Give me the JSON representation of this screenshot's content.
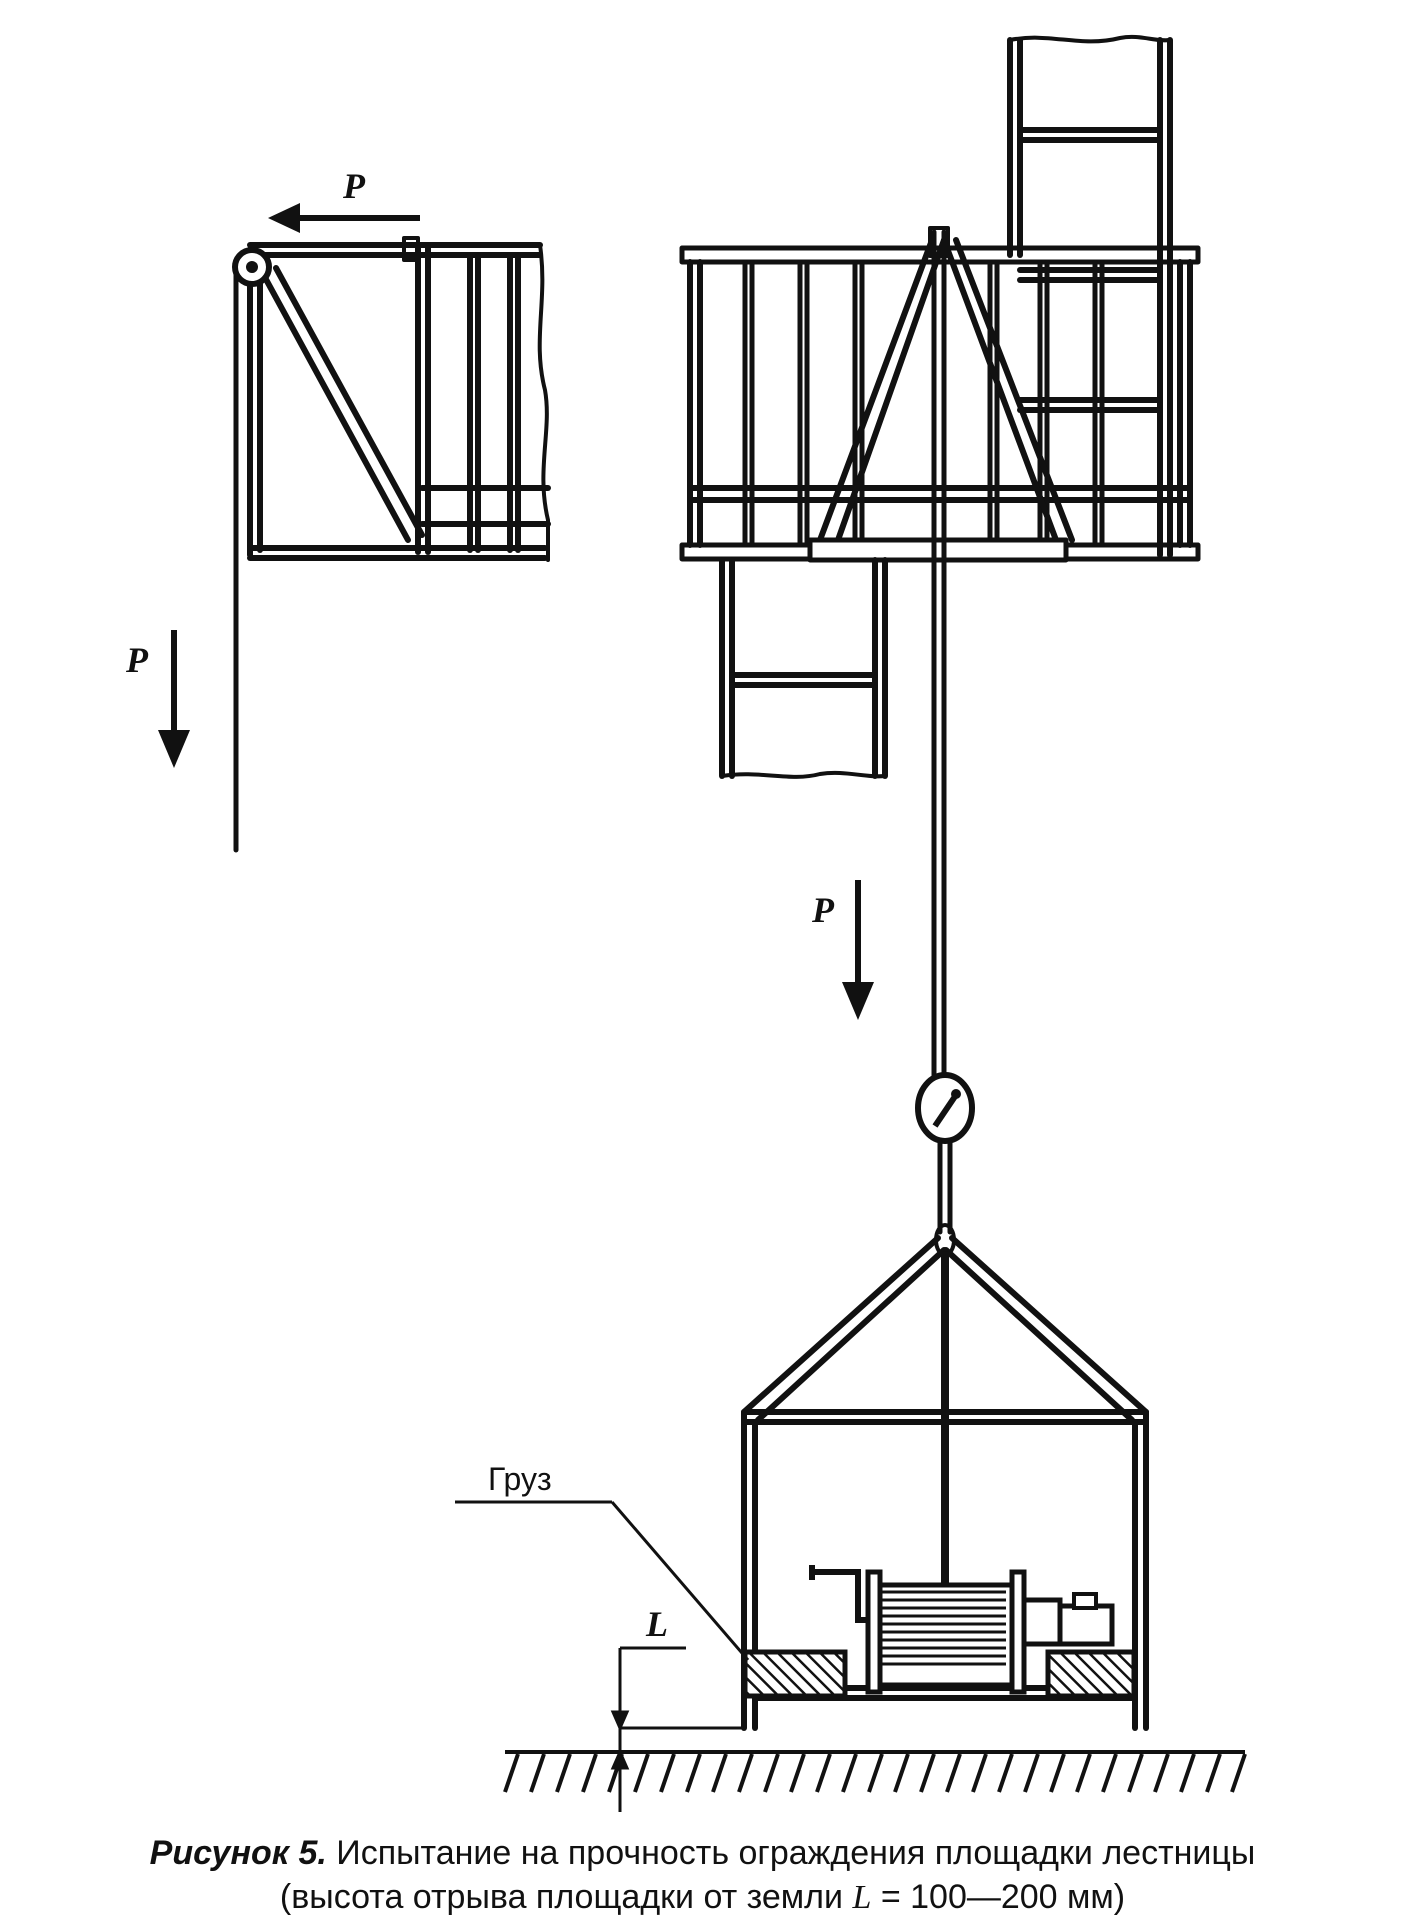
{
  "labels": {
    "force_top_left": "P",
    "force_left": "P",
    "force_right": "P",
    "load": "Груз",
    "lift_height": "L"
  },
  "caption": {
    "figure_label": "Рисунок 5.",
    "title": "Испытание на прочность ограждения площадки лестницы",
    "line2_prefix": "(высота отрыва площадки от земли ",
    "line2_var": "L",
    "line2_suffix": " = 100—200 мм)"
  }
}
